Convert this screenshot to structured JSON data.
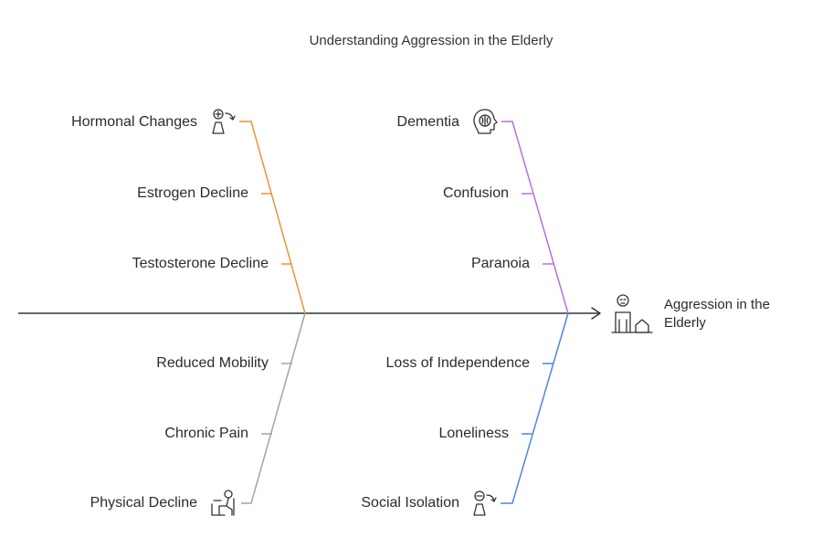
{
  "title": "Understanding Aggression in the Elderly",
  "effect": {
    "line1": "Aggression in the",
    "line2": "Elderly"
  },
  "categories": {
    "hormonal": {
      "label": "Hormonal Changes",
      "color": "#e8943a",
      "icon": "person-arrow-icon",
      "causes": [
        "Estrogen Decline",
        "Testosterone Decline"
      ]
    },
    "dementia": {
      "label": "Dementia",
      "color": "#b86fe0",
      "icon": "brain-head-icon",
      "causes": [
        "Confusion",
        "Paranoia"
      ]
    },
    "physical": {
      "label": "Physical Decline",
      "color": "#a3a3a3",
      "icon": "seated-person-icon",
      "causes": [
        "Reduced Mobility",
        "Chronic Pain"
      ]
    },
    "social": {
      "label": "Social Isolation",
      "color": "#4f86e0",
      "icon": "person-arrow-icon",
      "causes": [
        "Loss of Independence",
        "Loneliness"
      ]
    }
  },
  "spine_color": "#333333",
  "effect_icon": "elderly-person-house-icon"
}
